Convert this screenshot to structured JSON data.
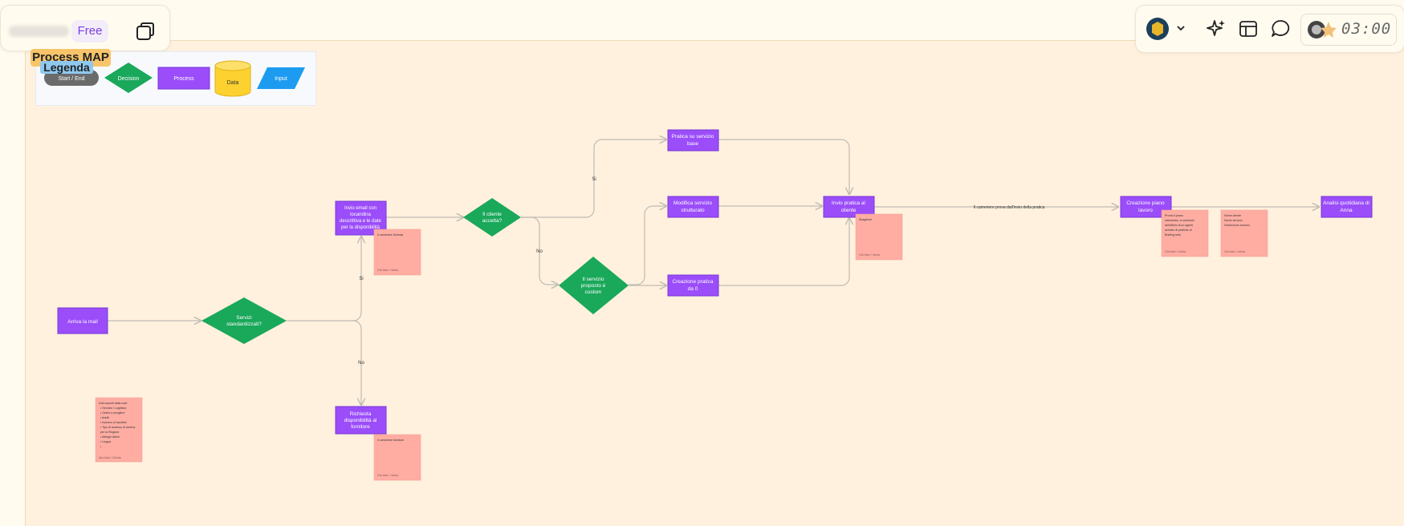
{
  "toolbar_left": {
    "plan_label": "Free"
  },
  "toolbar_right": {
    "timer": "03:00"
  },
  "legend": {
    "title": "Process MAP",
    "subtitle": "Legenda",
    "items": [
      "Start / End",
      "Decision",
      "Process",
      "Data",
      "Input"
    ]
  },
  "flow": {
    "nodes": {
      "start": [
        "Arriva la mail"
      ],
      "d_standard": [
        "Servizi",
        "standardizzati?"
      ],
      "p_email": [
        "Invio email con",
        "locandina",
        "descrittiva e le date",
        "per la disponibilità"
      ],
      "p_richiesta": [
        "Richiesta",
        "disponibilità al",
        "fornitore"
      ],
      "d_accetta": [
        "Il cliente",
        "accetta?"
      ],
      "d_custom": [
        "Il servizio",
        "proposto è",
        "custom"
      ],
      "p_base": [
        "Pratica su servizio",
        "base"
      ],
      "p_modifica": [
        "Modifica servizio",
        "strutturato"
      ],
      "p_creazione0": [
        "Creazione pratica",
        "da 0"
      ],
      "p_invio": [
        "Invio pratica al",
        "cliente"
      ],
      "p_piano": [
        "Creazione piano",
        "lavoro"
      ],
      "p_analisi": [
        "Analisi quotidiana di",
        "Anna"
      ]
    },
    "edge_labels": {
      "si1": "Si",
      "no1": "No",
      "si2": "Si",
      "no2": "No",
      "send": "Il cameriere prova dall'invio della pratica"
    }
  },
  "sticky_notes": [
    {
      "lines": [
        "Dati raccolti dalla mail:",
        "• Servizio / Logistica",
        "• Orario a scegliere",
        "• Adulti",
        "• Numero di bambini",
        "• Tipo di accesso di cinema",
        "  per la Regione",
        "• Allergie Alberi",
        "• Lingua",
        "•"
      ],
      "footer": "Alla Mail / Chiede"
    },
    {
      "lines": [
        "Il cameriere Scheda"
      ],
      "footer": "Già fatto / rivista"
    },
    {
      "lines": [
        "Il cameriere fornitore"
      ],
      "footer": "Già fatto / rivista"
    },
    {
      "lines": [
        "Sbaglierei"
      ],
      "footer": "Già fatto / rivista"
    },
    {
      "lines": [
        "Pronto il piano",
        "intermedio, lo schedule",
        "dell'ufficio di un agenti",
        "servizio di pratiche di",
        "Briefing tutto"
      ],
      "footer": "Già fatto / rivista"
    },
    {
      "lines": [
        "Nome cliente",
        "Nome servizio",
        "Descrizione servizio"
      ],
      "footer": "Già fatto / rivista"
    }
  ],
  "colors": {
    "process": "#9b4dfa",
    "decision": "#1aa85a",
    "data": "#fdd12f",
    "input": "#1d9bf0",
    "start_end": "#6b6b6b",
    "sticky": "#ffada3",
    "edge": "#c0bbb4"
  }
}
